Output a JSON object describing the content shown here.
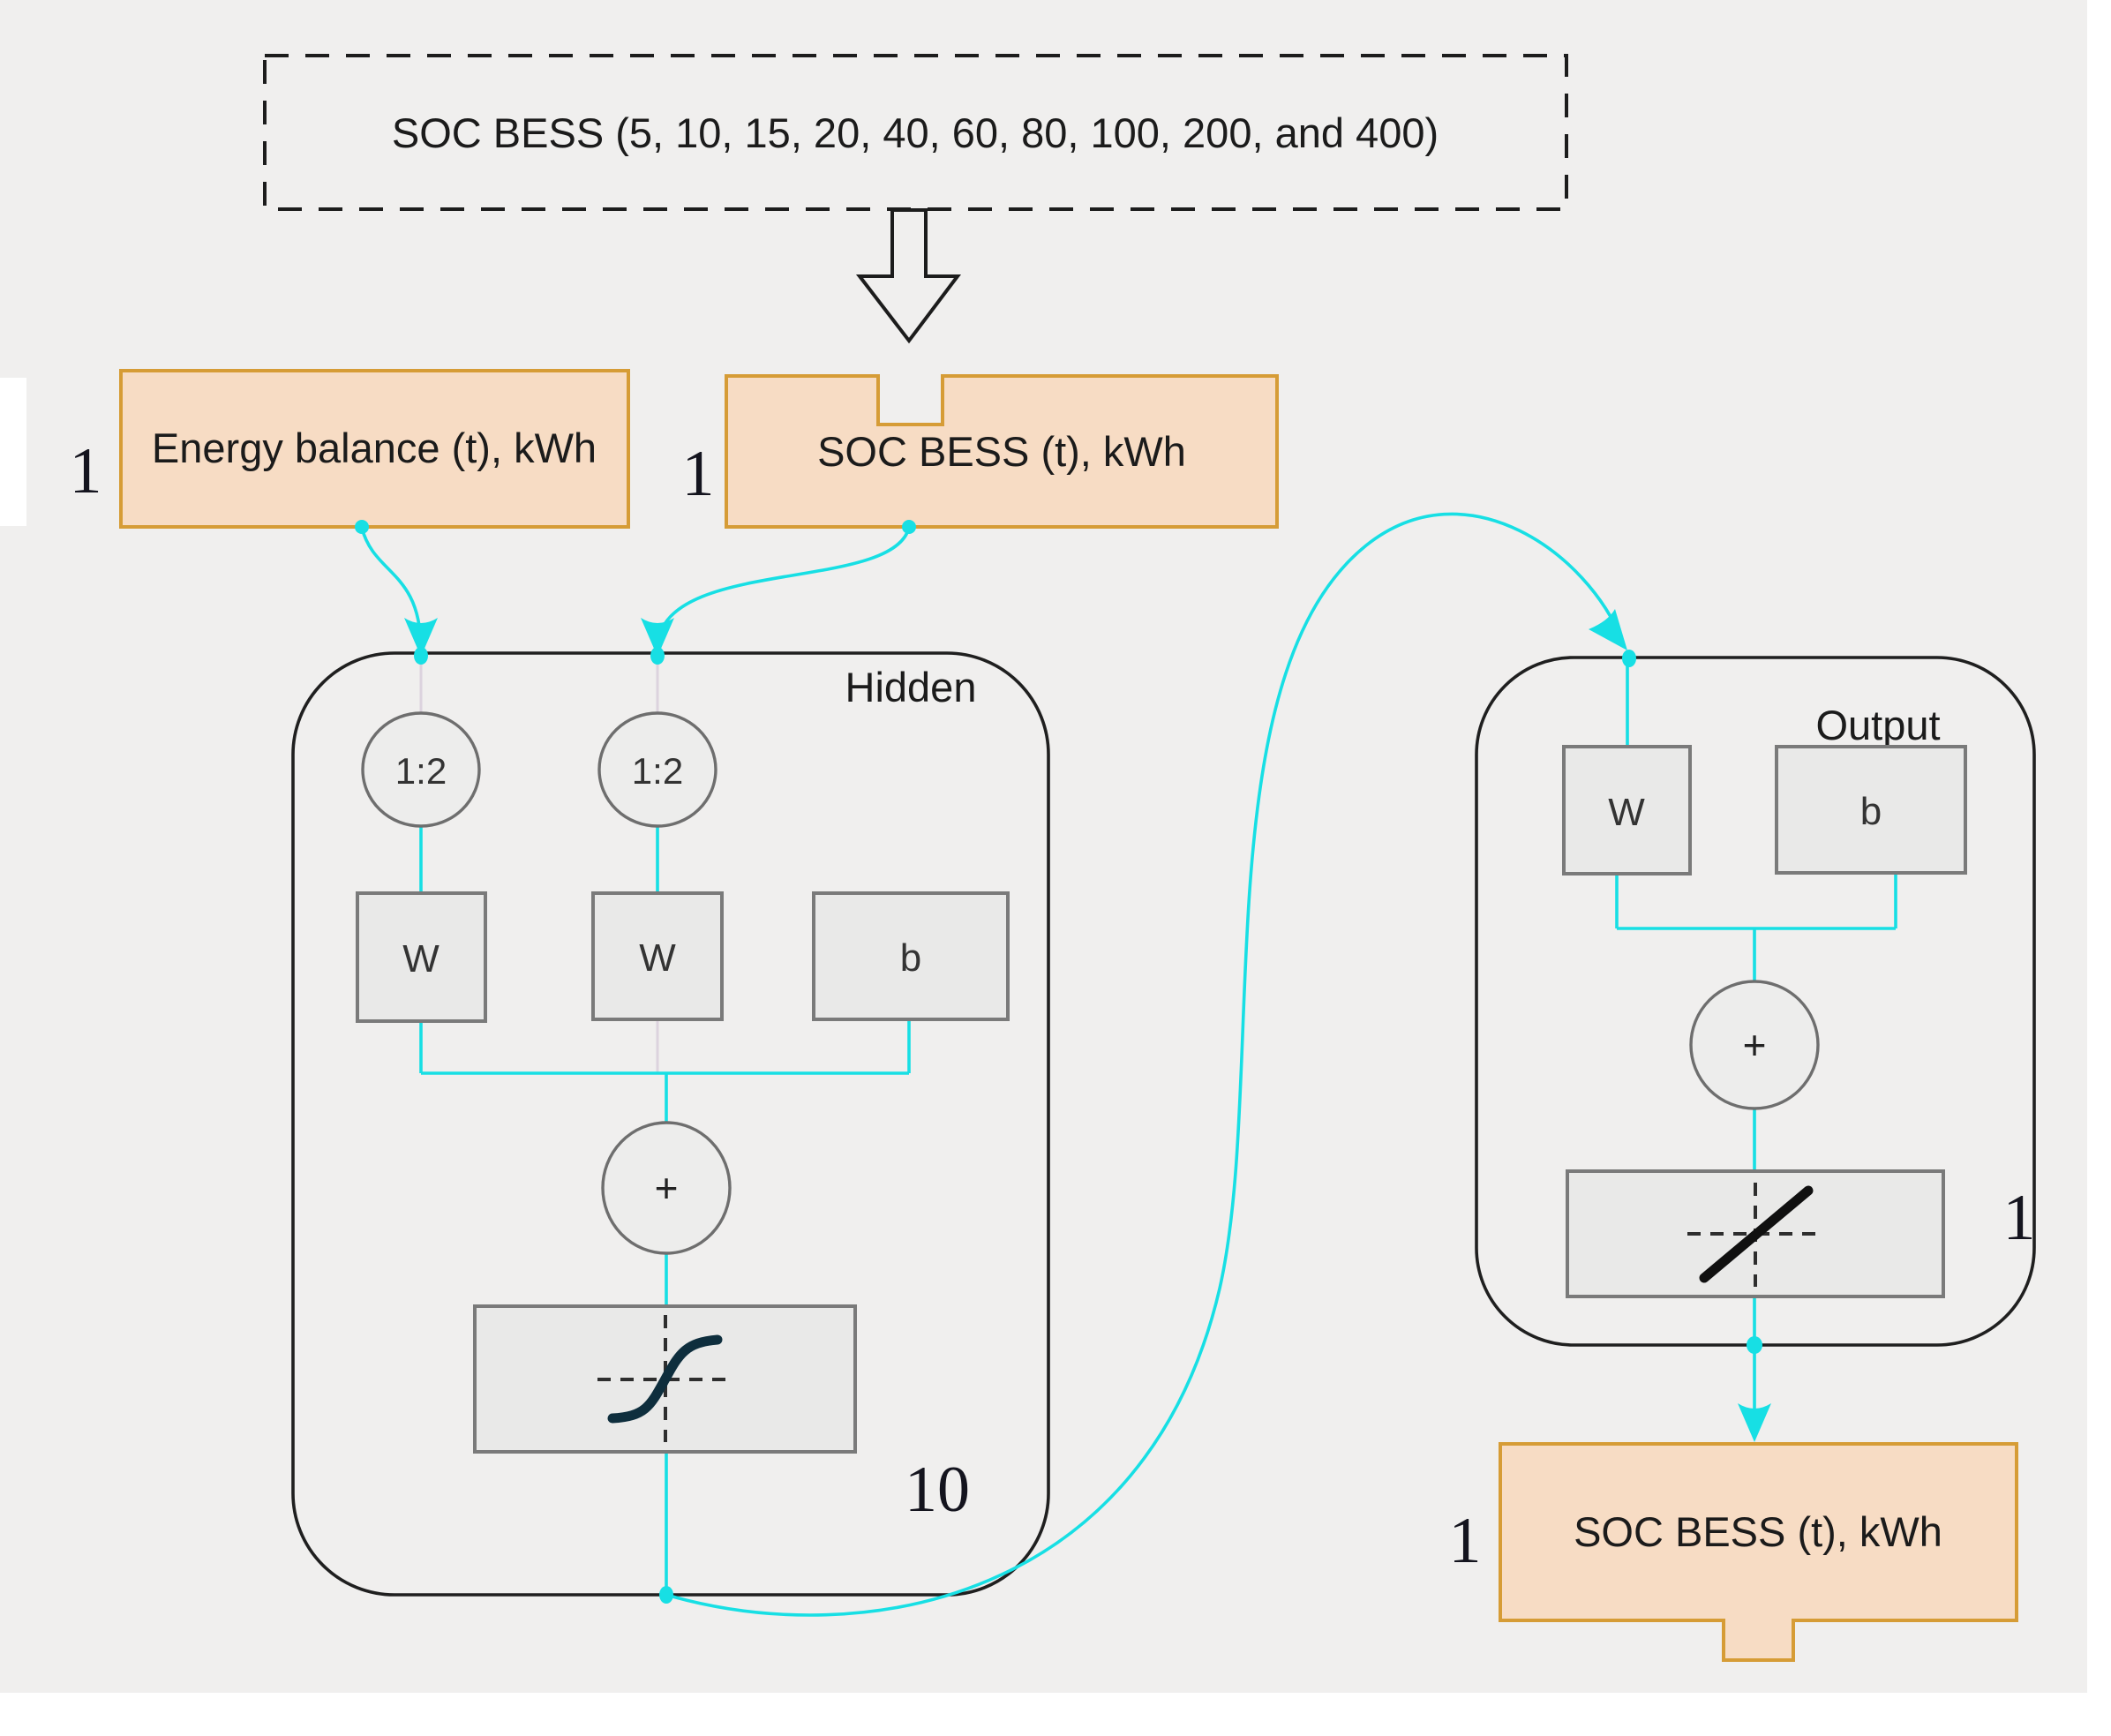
{
  "note": {
    "label": "SOC BESS (5, 10, 15, 20, 40, 60, 80, 100, 200, and 400)"
  },
  "inputs": {
    "energy": {
      "label": "Energy balance (t), kWh",
      "size": "1"
    },
    "soc": {
      "label": "SOC BESS (t), kWh",
      "size": "1"
    }
  },
  "hidden": {
    "name": "Hidden",
    "neurons": "10",
    "delay1": "1:2",
    "delay2": "1:2",
    "w1": "W",
    "w2": "W",
    "b": "b",
    "sum": "+",
    "activation": "tansig"
  },
  "output": {
    "name": "Output",
    "neurons": "1",
    "w": "W",
    "b": "b",
    "sum": "+",
    "activation": "purelin"
  },
  "result": {
    "label": "SOC BESS (t), kWh",
    "size": "1"
  },
  "colors": {
    "background": "#f0efee",
    "wire_cyan": "#17dfe4",
    "wire_lavender": "#dcd3de",
    "orange_fill": "#f7dcc4",
    "orange_border": "#d69c36",
    "block_border": "#1f1f1f",
    "gray_box_fill": "#e9e9e8",
    "gray_box_border": "#7a7a7a",
    "node_fill": "#ededec",
    "tansig_curve": "#0e2e3d",
    "text": "#1b1b1b"
  }
}
